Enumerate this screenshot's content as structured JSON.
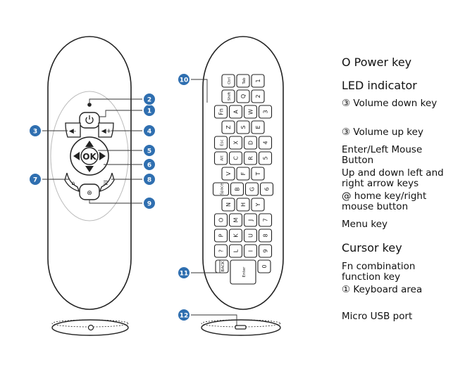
{
  "callouts": [
    "1",
    "2",
    "3",
    "4",
    "5",
    "6",
    "7",
    "8",
    "9",
    "10",
    "11",
    "12"
  ],
  "remote_front": {
    "ok_label": "OK"
  },
  "keyboard": {
    "rows": [
      [
        "Ctrl",
        "Tab",
        "1"
      ],
      [
        "Shift",
        "Q",
        "2"
      ],
      [
        "Fn",
        "A",
        "W",
        "3"
      ],
      [
        "Z",
        "S",
        "E"
      ],
      [
        "Esc",
        "X",
        "D",
        "4"
      ],
      [
        "Alt",
        "C",
        "R",
        "5"
      ],
      [
        "V",
        "F",
        "T"
      ],
      [
        "Space",
        "B",
        "G",
        "6"
      ],
      [
        "N",
        "H",
        "Y"
      ],
      [
        "O",
        "M",
        "J",
        "7"
      ],
      [
        "P",
        "K",
        "U",
        "8"
      ],
      [
        "?",
        "L",
        "I",
        "9"
      ],
      [
        "BACK",
        "Enter",
        "0"
      ]
    ]
  },
  "legend": {
    "items": [
      "O Power key",
      "LED indicator",
      "③ Volume down key",
      "③ Volume up key",
      "Enter/Left Mouse Button",
      "Up and down left and right arrow keys",
      "@ home key/right mouse button",
      "Menu key",
      "Cursor key",
      "Fn combination function key",
      "① Keyboard area",
      "Micro USB port"
    ]
  }
}
